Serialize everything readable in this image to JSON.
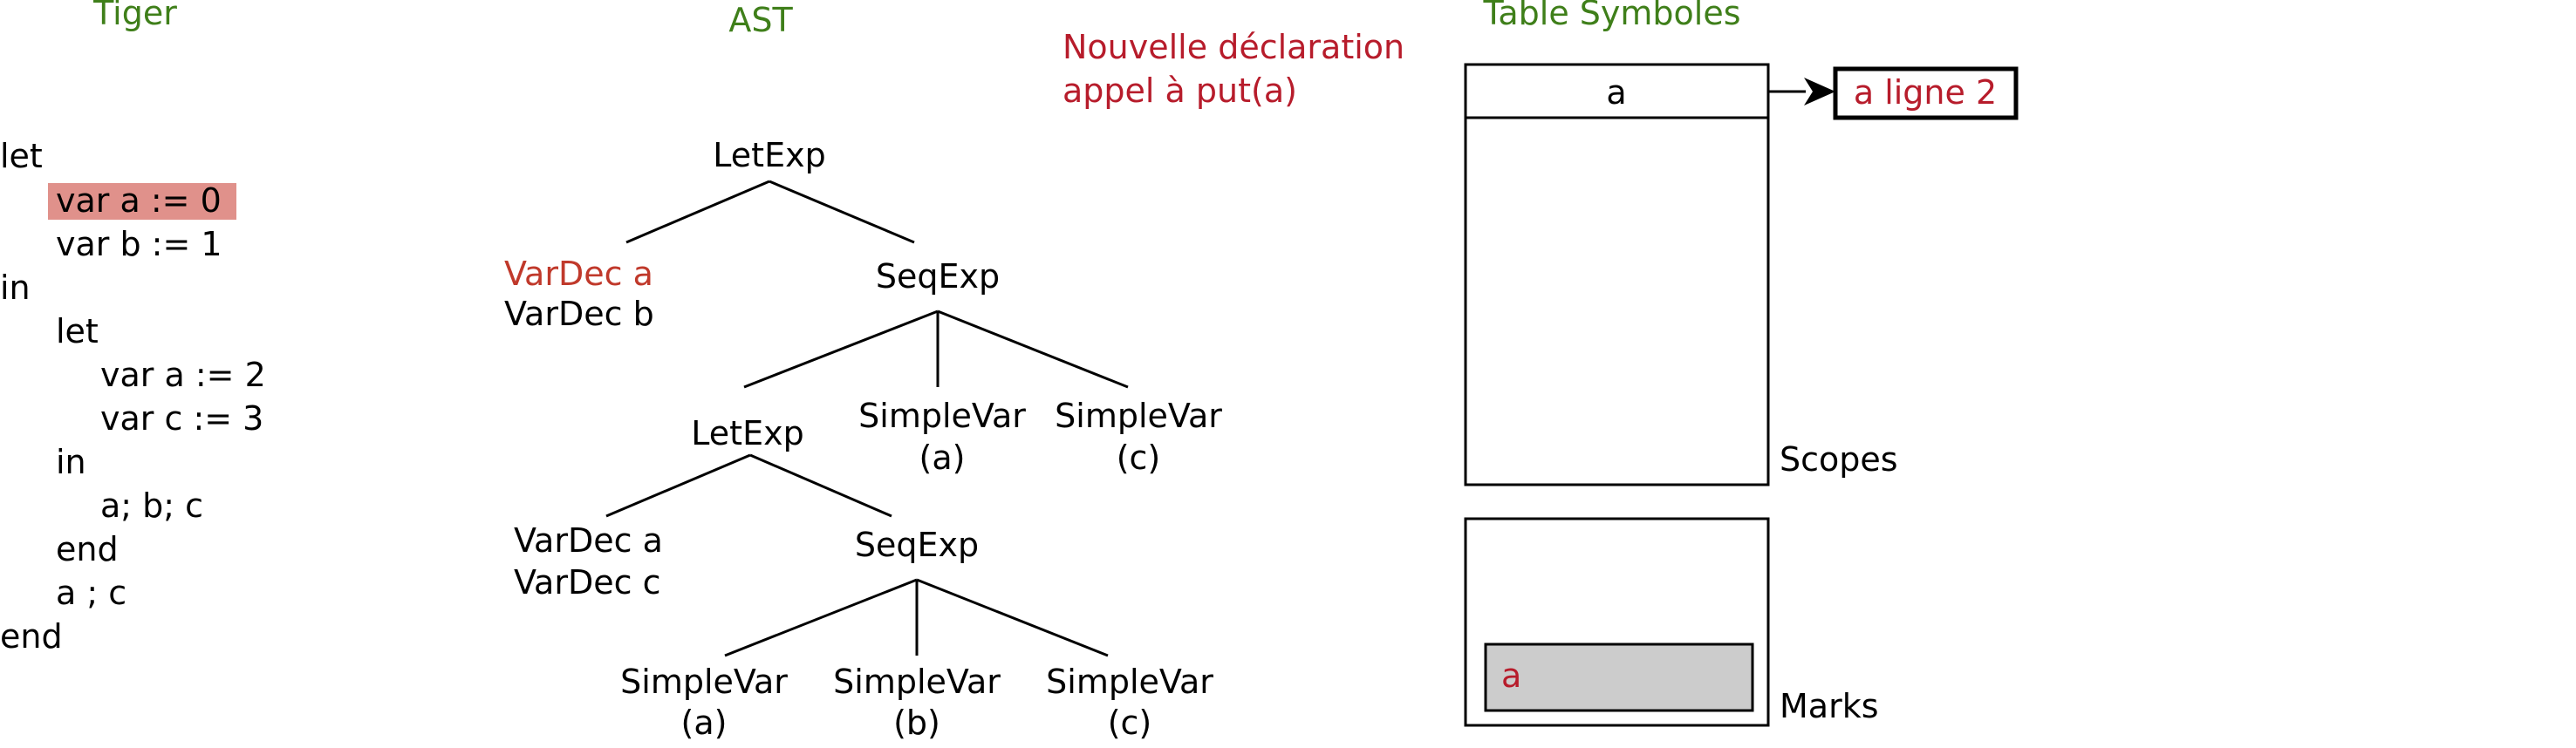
{
  "headers": {
    "tiger": "Tiger",
    "ast": "AST",
    "note_line1": "Nouvelle déclaration",
    "note_line2": "appel à put(a)",
    "table": "Table Symboles"
  },
  "code": {
    "line1": "let",
    "line2": "var a := 0",
    "line3": "var b := 1",
    "line4": "in",
    "line5": "let",
    "line6": "var a := 2",
    "line7": "var c := 3",
    "line8": "in",
    "line9": "a; b; c",
    "line10": "end",
    "line11": "a ; c",
    "line12": "end"
  },
  "ast": {
    "root": "LetExp",
    "dec_a": "VarDec a",
    "dec_b": "VarDec b",
    "seq1": "SeqExp",
    "let2": "LetExp",
    "sv_a1": "SimpleVar",
    "sv_a1_arg": "(a)",
    "sv_c1": "SimpleVar",
    "sv_c1_arg": "(c)",
    "inner_dec_a": "VarDec a",
    "inner_dec_c": "VarDec c",
    "seq2": "SeqExp",
    "sv_a2": "SimpleVar",
    "sv_a2_arg": "(a)",
    "sv_b2": "SimpleVar",
    "sv_b2_arg": "(b)",
    "sv_c2": "SimpleVar",
    "sv_c2_arg": "(c)"
  },
  "symtab": {
    "scope_key": "a",
    "scope_value": "a ligne 2",
    "scopes_label": "Scopes",
    "mark_entry": "a",
    "marks_label": "Marks"
  },
  "colors": {
    "heading_green": "#3f7f1a",
    "note_red": "#b71c2b",
    "highlight": "#e0918b",
    "mark_fill": "#cccccc",
    "ink": "#000000"
  }
}
